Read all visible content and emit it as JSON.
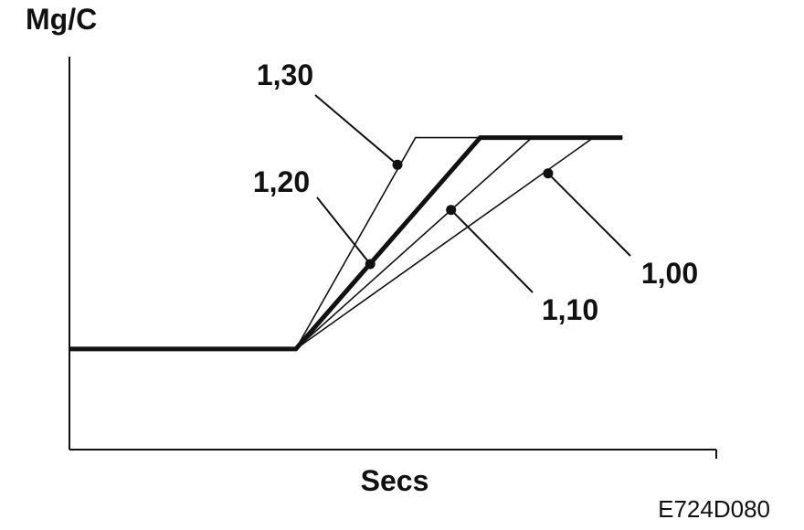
{
  "chart_data": {
    "type": "line",
    "title": "",
    "ylabel": "Mg/C",
    "xlabel": "Secs",
    "xlim": [
      0,
      100
    ],
    "ylim": [
      0,
      100
    ],
    "grid": false,
    "legend": "none",
    "series": [
      {
        "name": "1,30",
        "x": [
          0,
          35,
          53.5,
          85.5
        ],
        "y": [
          25.6,
          25.6,
          79.4,
          79.4
        ],
        "emphasis": false,
        "marker": [
          50.7,
          72.5
        ]
      },
      {
        "name": "1,20",
        "x": [
          0,
          35,
          63.5,
          85.5
        ],
        "y": [
          25.6,
          25.6,
          79.4,
          79.4
        ],
        "emphasis": true,
        "marker": [
          46.5,
          47.2
        ]
      },
      {
        "name": "1,10",
        "x": [
          0,
          35,
          71.5,
          85.5
        ],
        "y": [
          25.6,
          25.6,
          79.4,
          79.4
        ],
        "emphasis": false,
        "marker": [
          59.0,
          61.0
        ]
      },
      {
        "name": "1,00",
        "x": [
          0,
          35,
          81.0,
          85.5
        ],
        "y": [
          25.6,
          25.6,
          79.4,
          79.4
        ],
        "emphasis": false,
        "marker": [
          74.0,
          70.3
        ]
      }
    ]
  },
  "figure_code": "E724D080",
  "colors": {
    "ink": "#111111",
    "background": "#ffffff"
  }
}
